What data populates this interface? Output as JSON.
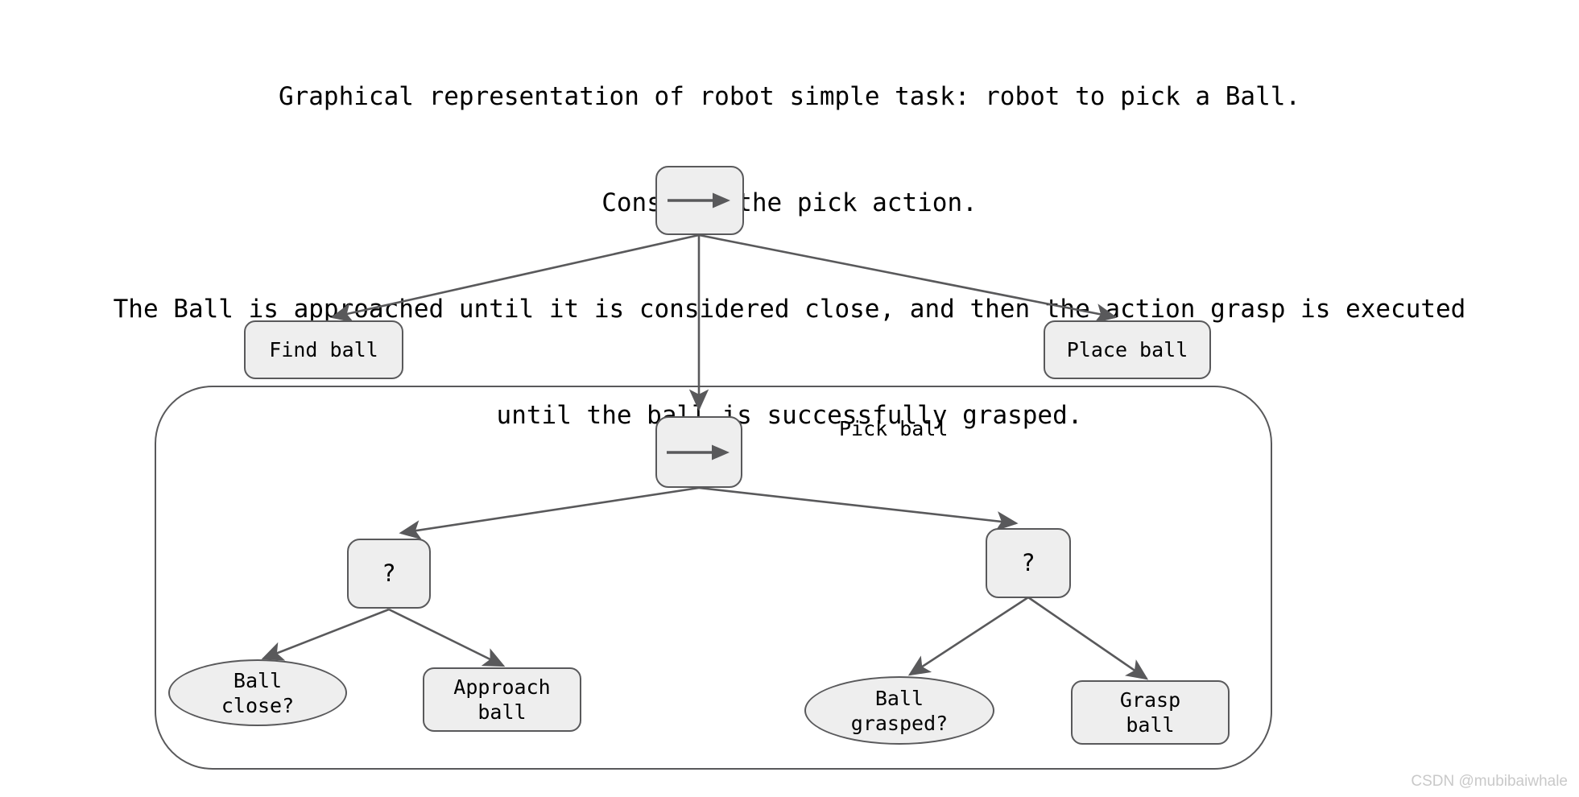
{
  "caption": {
    "lines": [
      "Graphical representation of robot simple task: robot to pick a Ball.",
      "Consider the pick action.",
      "The Ball is approached until it is considered close, and then the action grasp is executed",
      "until the ball is successfully grasped."
    ]
  },
  "diagram": {
    "type": "behavior-tree",
    "style": {
      "node_fill": "#eeeeee",
      "node_stroke": "#59595b",
      "edge_stroke": "#59595b",
      "background": "#ffffff",
      "text_color": "#000000"
    },
    "nodes": {
      "root_sequence": {
        "label": "",
        "shape": "rounded-square",
        "kind": "sequence",
        "glyph": "right-arrow"
      },
      "find_ball": {
        "label": "Find ball",
        "shape": "rounded-rect",
        "kind": "action"
      },
      "place_ball": {
        "label": "Place ball",
        "shape": "rounded-rect",
        "kind": "action"
      },
      "pick_sequence": {
        "label": "",
        "shape": "rounded-square",
        "kind": "sequence",
        "glyph": "right-arrow"
      },
      "fallback_left": {
        "label": "?",
        "shape": "rounded-square",
        "kind": "fallback"
      },
      "fallback_right": {
        "label": "?",
        "shape": "rounded-square",
        "kind": "fallback"
      },
      "ball_close": {
        "label": "Ball\nclose?",
        "shape": "ellipse",
        "kind": "condition"
      },
      "approach_ball": {
        "label": "Approach\nball",
        "shape": "rounded-rect",
        "kind": "action"
      },
      "ball_grasped": {
        "label": "Ball\ngrasped?",
        "shape": "ellipse",
        "kind": "condition"
      },
      "grasp_ball": {
        "label": "Grasp\nball",
        "shape": "rounded-rect",
        "kind": "action"
      }
    },
    "subtree": {
      "label": "Pick ball"
    },
    "edges": [
      {
        "from": "root_sequence",
        "to": "find_ball"
      },
      {
        "from": "root_sequence",
        "to": "pick_sequence"
      },
      {
        "from": "root_sequence",
        "to": "place_ball"
      },
      {
        "from": "pick_sequence",
        "to": "fallback_left"
      },
      {
        "from": "pick_sequence",
        "to": "fallback_right"
      },
      {
        "from": "fallback_left",
        "to": "ball_close"
      },
      {
        "from": "fallback_left",
        "to": "approach_ball"
      },
      {
        "from": "fallback_right",
        "to": "ball_grasped"
      },
      {
        "from": "fallback_right",
        "to": "grasp_ball"
      }
    ]
  },
  "watermark": {
    "text": "CSDN @mubibaiwhale"
  }
}
